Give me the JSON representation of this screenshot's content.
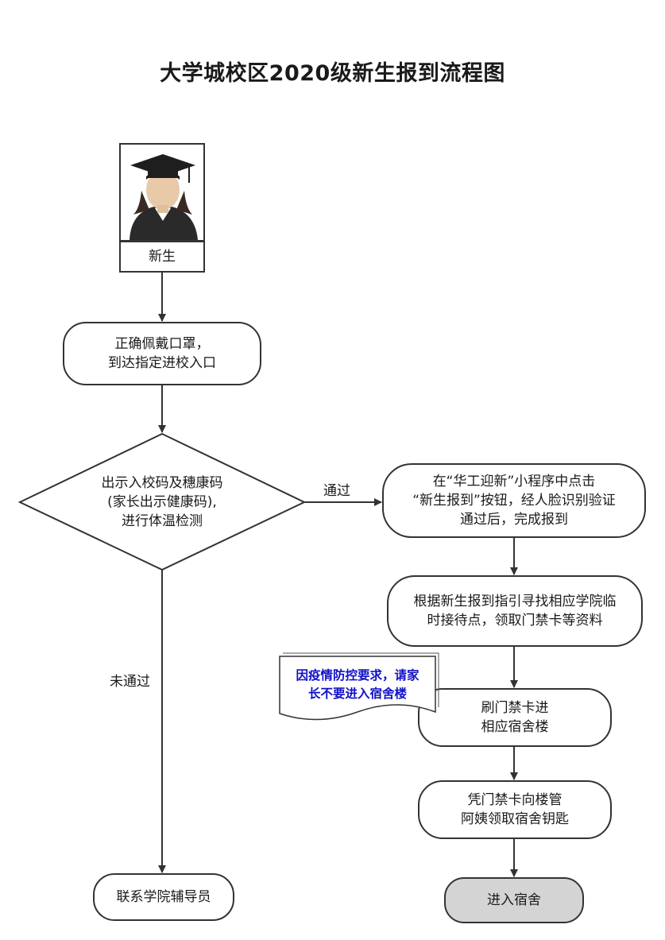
{
  "title": "大学城校区2020级新生报到流程图",
  "nodes": {
    "student": "新生",
    "mask": [
      "正确佩戴口罩，",
      "到达指定进校入口"
    ],
    "check": [
      "出示入校码及穗康码",
      "(家长出示健康码),",
      "进行体温检测"
    ],
    "register": [
      "在“华工迎新”小程序中点击",
      "“新生报到”按钮，经人脸识别验证",
      "通过后，完成报到"
    ],
    "reception": [
      "根据新生报到指引寻找相应学院临",
      "时接待点，领取门禁卡等资料"
    ],
    "access": [
      "刷门禁卡进",
      "相应宿舍楼"
    ],
    "key": [
      "凭门禁卡向楼管",
      "阿姨领取宿舍钥匙"
    ],
    "dorm": "进入宿舍",
    "counselor": "联系学院辅导员"
  },
  "edge_labels": {
    "pass": "通过",
    "fail": "未通过"
  },
  "note": [
    "因疫情防控要求，请家",
    "长不要进入宿舍楼"
  ],
  "colors": {
    "stroke": "#333333",
    "end_fill": "#d4d4d4",
    "note_text": "#1010c8"
  }
}
